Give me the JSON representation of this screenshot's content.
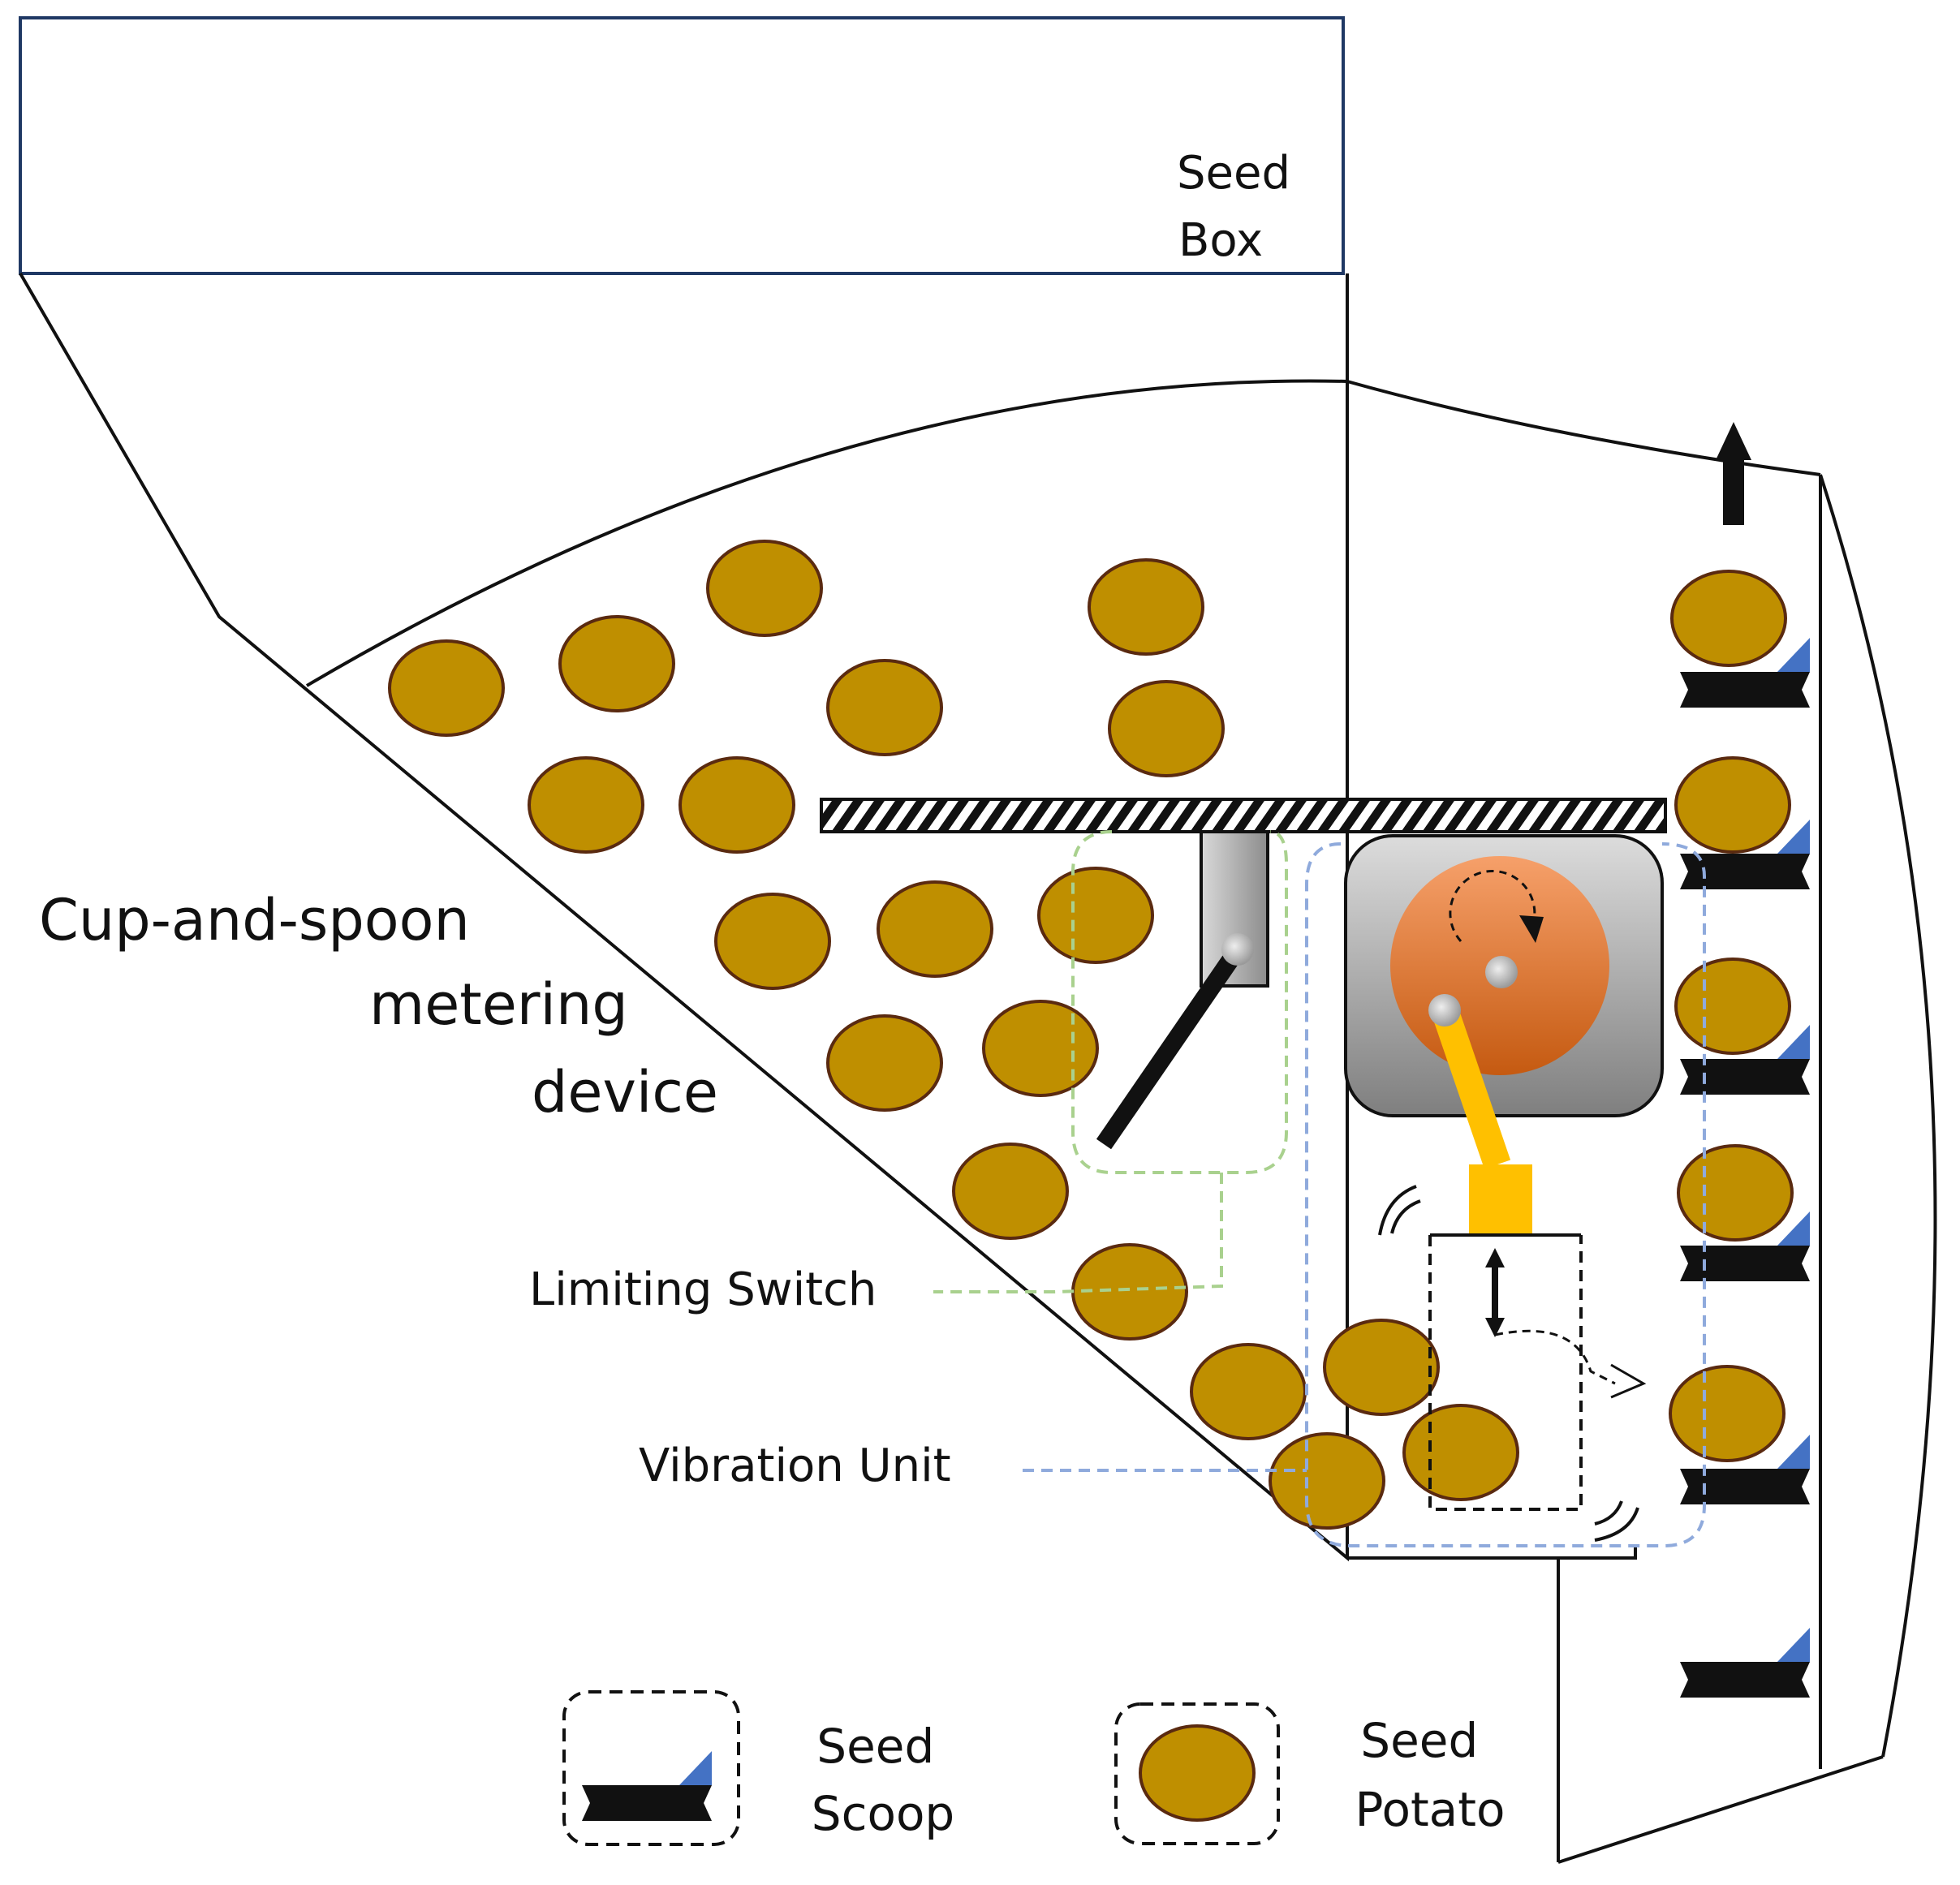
{
  "labels": {
    "seed_box": [
      "Seed",
      "Box"
    ],
    "metering_device": [
      "Cup-and-spoon",
      "metering",
      "device"
    ],
    "limiting_switch": "Limiting Switch",
    "vibration_unit": "Vibration Unit"
  },
  "legend": {
    "seed_scoop": [
      "Seed",
      "Scoop"
    ],
    "seed_potato": [
      "Seed",
      "Potato"
    ]
  },
  "colors": {
    "potato_fill": "#bf8f00",
    "potato_stroke": "#5a2a10",
    "scoop_tip": "#4472c4",
    "cam": "#e8773c",
    "link": "#ffc000",
    "motor_box": "#a6a6a6",
    "switch_box": "#bfbfbf",
    "limit_outline": "#a9d18e",
    "vibration_outline": "#8faadc"
  }
}
